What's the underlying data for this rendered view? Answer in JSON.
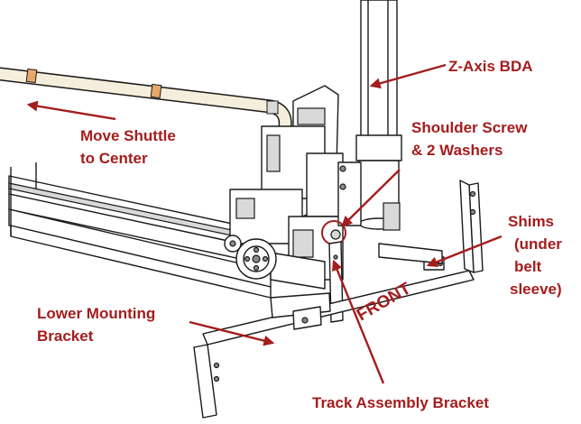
{
  "labels": {
    "z_axis": "Z-Axis BDA",
    "move_1": "Move Shuttle",
    "move_2": "to Center",
    "shoulder_1": "Shoulder Screw",
    "shoulder_2": "& 2 Washers",
    "shims_1": "Shims",
    "shims_2": "(under",
    "shims_3": "belt",
    "shims_4": "sleeve)",
    "lower_1": "Lower Mounting",
    "lower_2": "Bracket",
    "front": "FRONT",
    "track": "Track Assembly Bracket"
  },
  "colors": {
    "callout": "#a51c1c",
    "line": "#1a1a1a",
    "tube": "#f6eedc",
    "tape": "#e8a867"
  }
}
